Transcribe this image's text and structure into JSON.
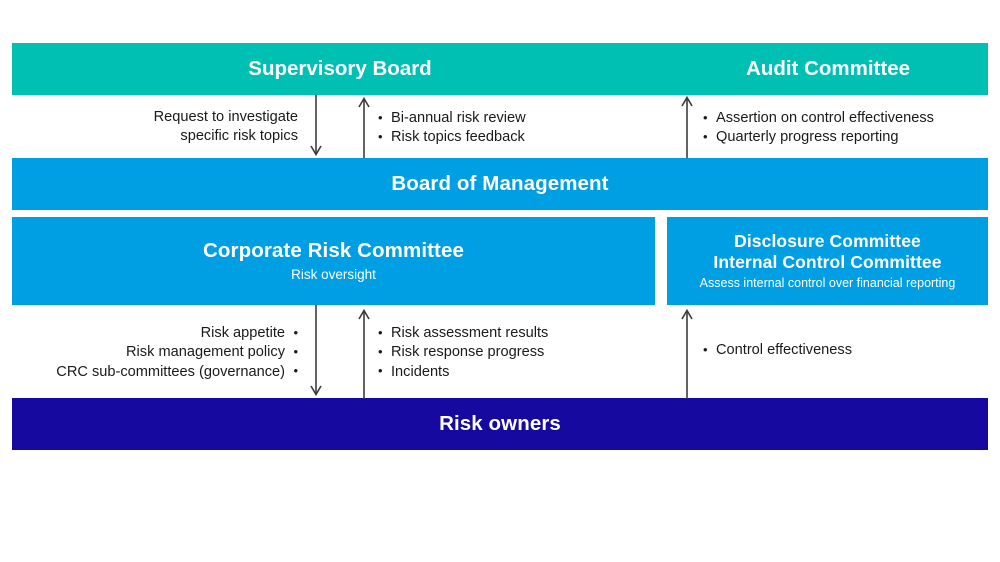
{
  "diagram": {
    "title_hidden": "Risk governance structure",
    "colors": {
      "teal": "#00bfb3",
      "blue": "#009fe3",
      "navy": "#1509a0",
      "text_dark": "#1a1a1a",
      "arrow": "#3c3c3c"
    }
  },
  "boxes": {
    "supervisory_board": {
      "label": "Supervisory Board"
    },
    "audit_committee": {
      "label": "Audit Committee"
    },
    "board_of_management": {
      "label": "Board of Management"
    },
    "corporate_risk_committee": {
      "label": "Corporate Risk Committee",
      "subtitle": "Risk oversight"
    },
    "disclosure_committee": {
      "label_line1": "Disclosure Committee",
      "label_line2": "Internal Control Committee",
      "subtitle": "Assess internal control over financial reporting"
    },
    "risk_owners": {
      "label": "Risk owners"
    }
  },
  "flows": {
    "sb_to_bom": {
      "text": "Request to investigate\nspecific risk topics"
    },
    "bom_to_sb": {
      "items": [
        "Bi-annual risk review",
        "Risk topics feedback"
      ]
    },
    "bom_to_ac": {
      "items": [
        "Assertion on control effectiveness",
        "Quarterly progress reporting"
      ]
    },
    "crc_to_owners": {
      "items": [
        "Risk appetite",
        "Risk management policy",
        "CRC sub-committees (governance)"
      ]
    },
    "owners_to_crc": {
      "items": [
        "Risk assessment results",
        "Risk response progress",
        "Incidents"
      ]
    },
    "owners_to_disclosure": {
      "items": [
        "Control effectiveness"
      ]
    }
  }
}
